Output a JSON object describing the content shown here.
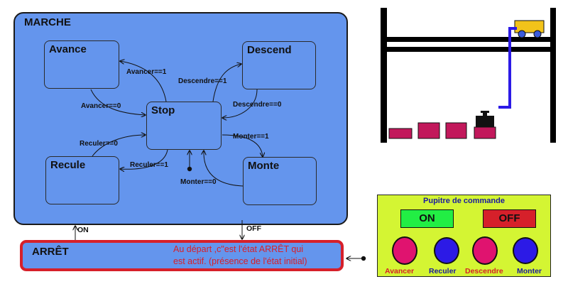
{
  "statechart": {
    "marche_title": "MARCHE",
    "states": {
      "avance": "Avance",
      "descend": "Descend",
      "stop": "Stop",
      "recule": "Recule",
      "monte": "Monte"
    },
    "transitions": {
      "avancer_1": "Avancer==1",
      "avancer_0": "Avancer==0",
      "descendre_1": "Descendre==1",
      "descendre_0": "Descendre==0",
      "reculer_0": "Reculer==0",
      "reculer_1": "Reculer==1",
      "monter_1": "Monter==1",
      "monter_0": "Monter==0"
    },
    "on_label": "ON",
    "off_label": "OFF",
    "arret_title": "ARRÊT",
    "arret_note_line1": "Au départ ,c\"est l'état ARRÊT qui",
    "arret_note_line2": "est actif. (présence de l'état initial)"
  },
  "panel": {
    "title": "Pupitre de commande",
    "on_button": "ON",
    "off_button": "OFF",
    "buttons": [
      "Avancer",
      "Reculer",
      "Descendre",
      "Monter"
    ]
  },
  "colors": {
    "state_fill": "#6495ed",
    "arret_fill": "#6495ed",
    "arret_border": "#d6202a",
    "note_text": "#d6202a",
    "panel_bg": "#d4f533",
    "on_btn": "#22ee44",
    "off_btn": "#d6202a",
    "avancer_btn": "#e0136f",
    "reculer_btn": "#2c1ae6",
    "crane_cart": "#f2c31a",
    "crate": "#c2185b"
  }
}
